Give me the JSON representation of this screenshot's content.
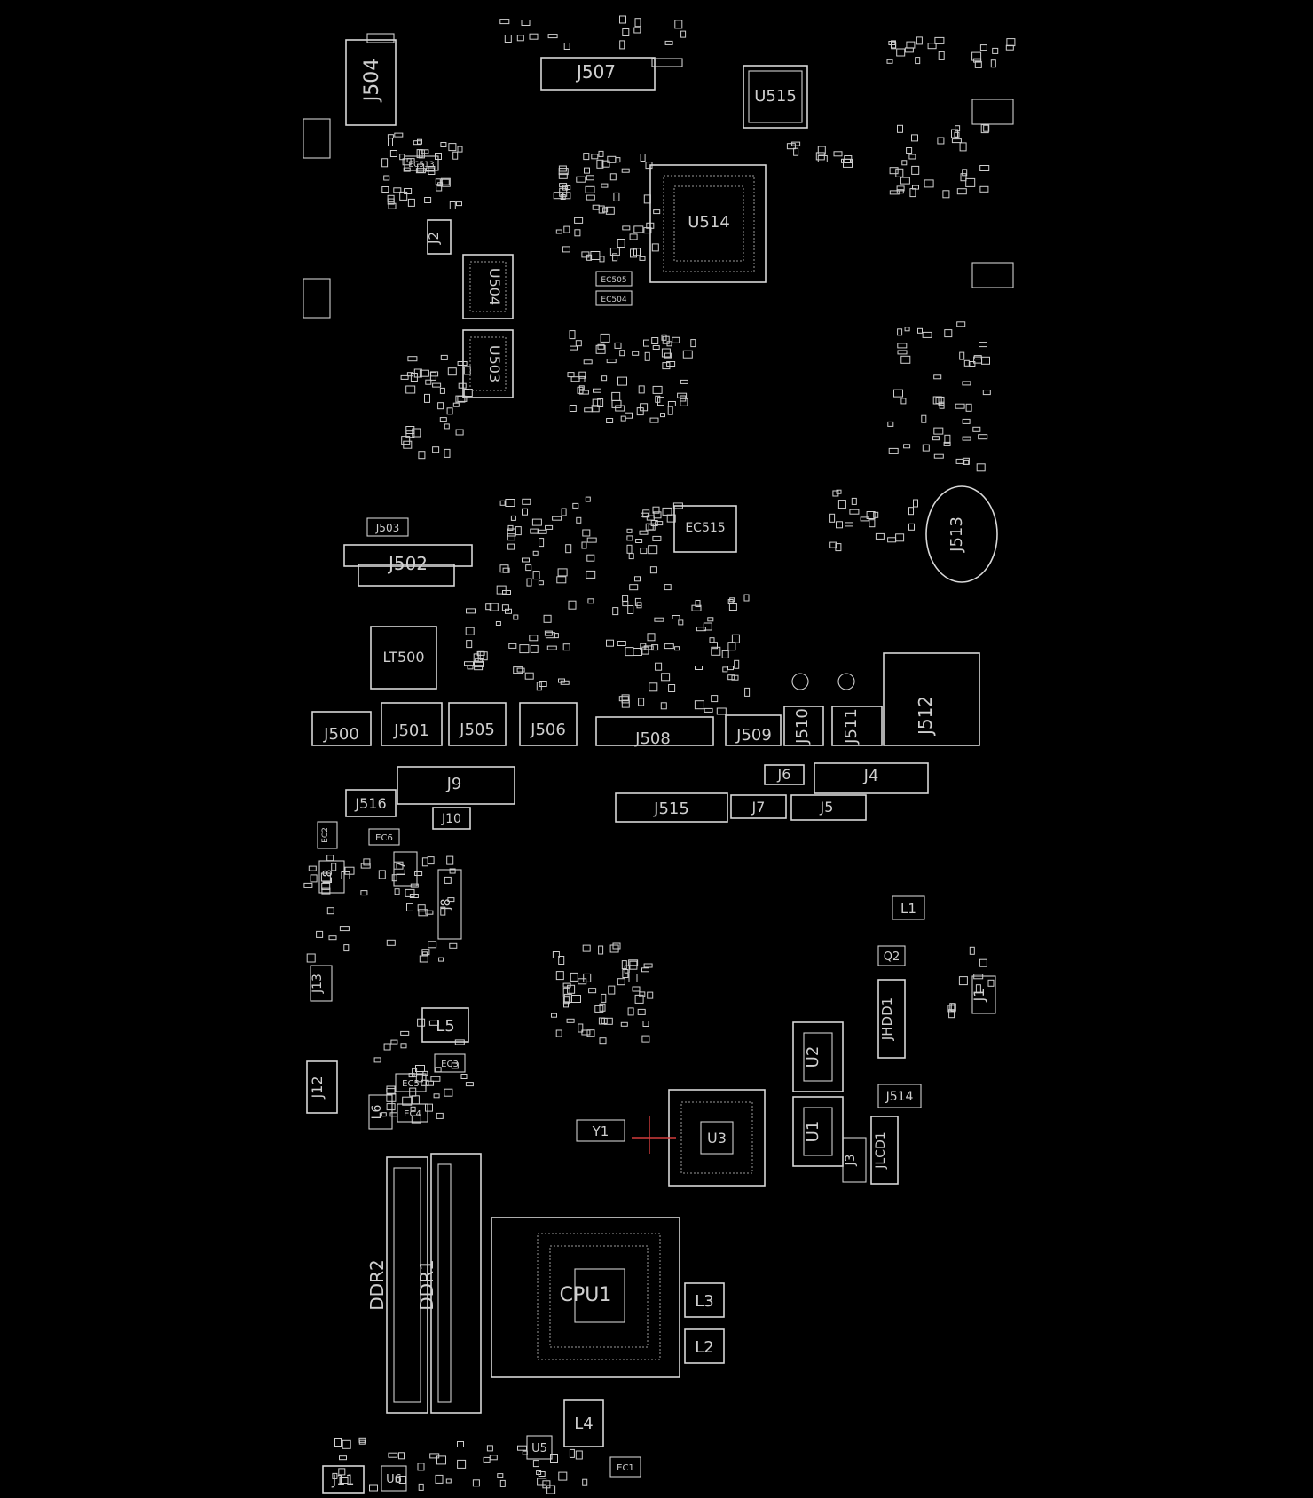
{
  "image": {
    "description_free": true
  },
  "components": {
    "J504": "J504",
    "J507": "J507",
    "U515": "U515",
    "U514": "U514",
    "J503": "J503",
    "J502": "J502",
    "EC515": "EC515",
    "J513": "J513",
    "LT500": "LT500",
    "J500": "J500",
    "J501": "J501",
    "J505": "J505",
    "J506": "J506",
    "J508": "J508",
    "J509": "J509",
    "J510": "J510",
    "J511": "J511",
    "J512": "J512",
    "J9": "J9",
    "J516": "J516",
    "J10": "J10",
    "J6": "J6",
    "J4": "J4",
    "J515": "J515",
    "J7": "J7",
    "J5": "J5",
    "L8": "L8",
    "L7": "L7",
    "J8": "J8",
    "L1": "L1",
    "Q2": "Q2",
    "J13": "J13",
    "J1": "J1",
    "L5": "L5",
    "JHDD1": "JHDD1",
    "U2": "U2",
    "J12": "J12",
    "L6": "L6",
    "J514": "J514",
    "Y1": "Y1",
    "U3": "U3",
    "U1": "U1",
    "J3": "J3",
    "JLCD1": "JLCD1",
    "DDR2": "DDR2",
    "DDR1": "DDR1",
    "CPU1": "CPU1",
    "L3": "L3",
    "L2": "L2",
    "L4": "L4",
    "U5": "U5",
    "J11": "J11",
    "U6": "U6",
    "EC1": "EC1",
    "EC2": "EC2",
    "EC3": "EC3",
    "EC4": "EC4",
    "EC5": "EC5",
    "EC6": "EC6",
    "EC505": "EC505",
    "EC504": "EC504",
    "EC513": "EC513",
    "EC515b": "EC515",
    "U504": "U504",
    "U503": "U503",
    "J2": "J2"
  }
}
